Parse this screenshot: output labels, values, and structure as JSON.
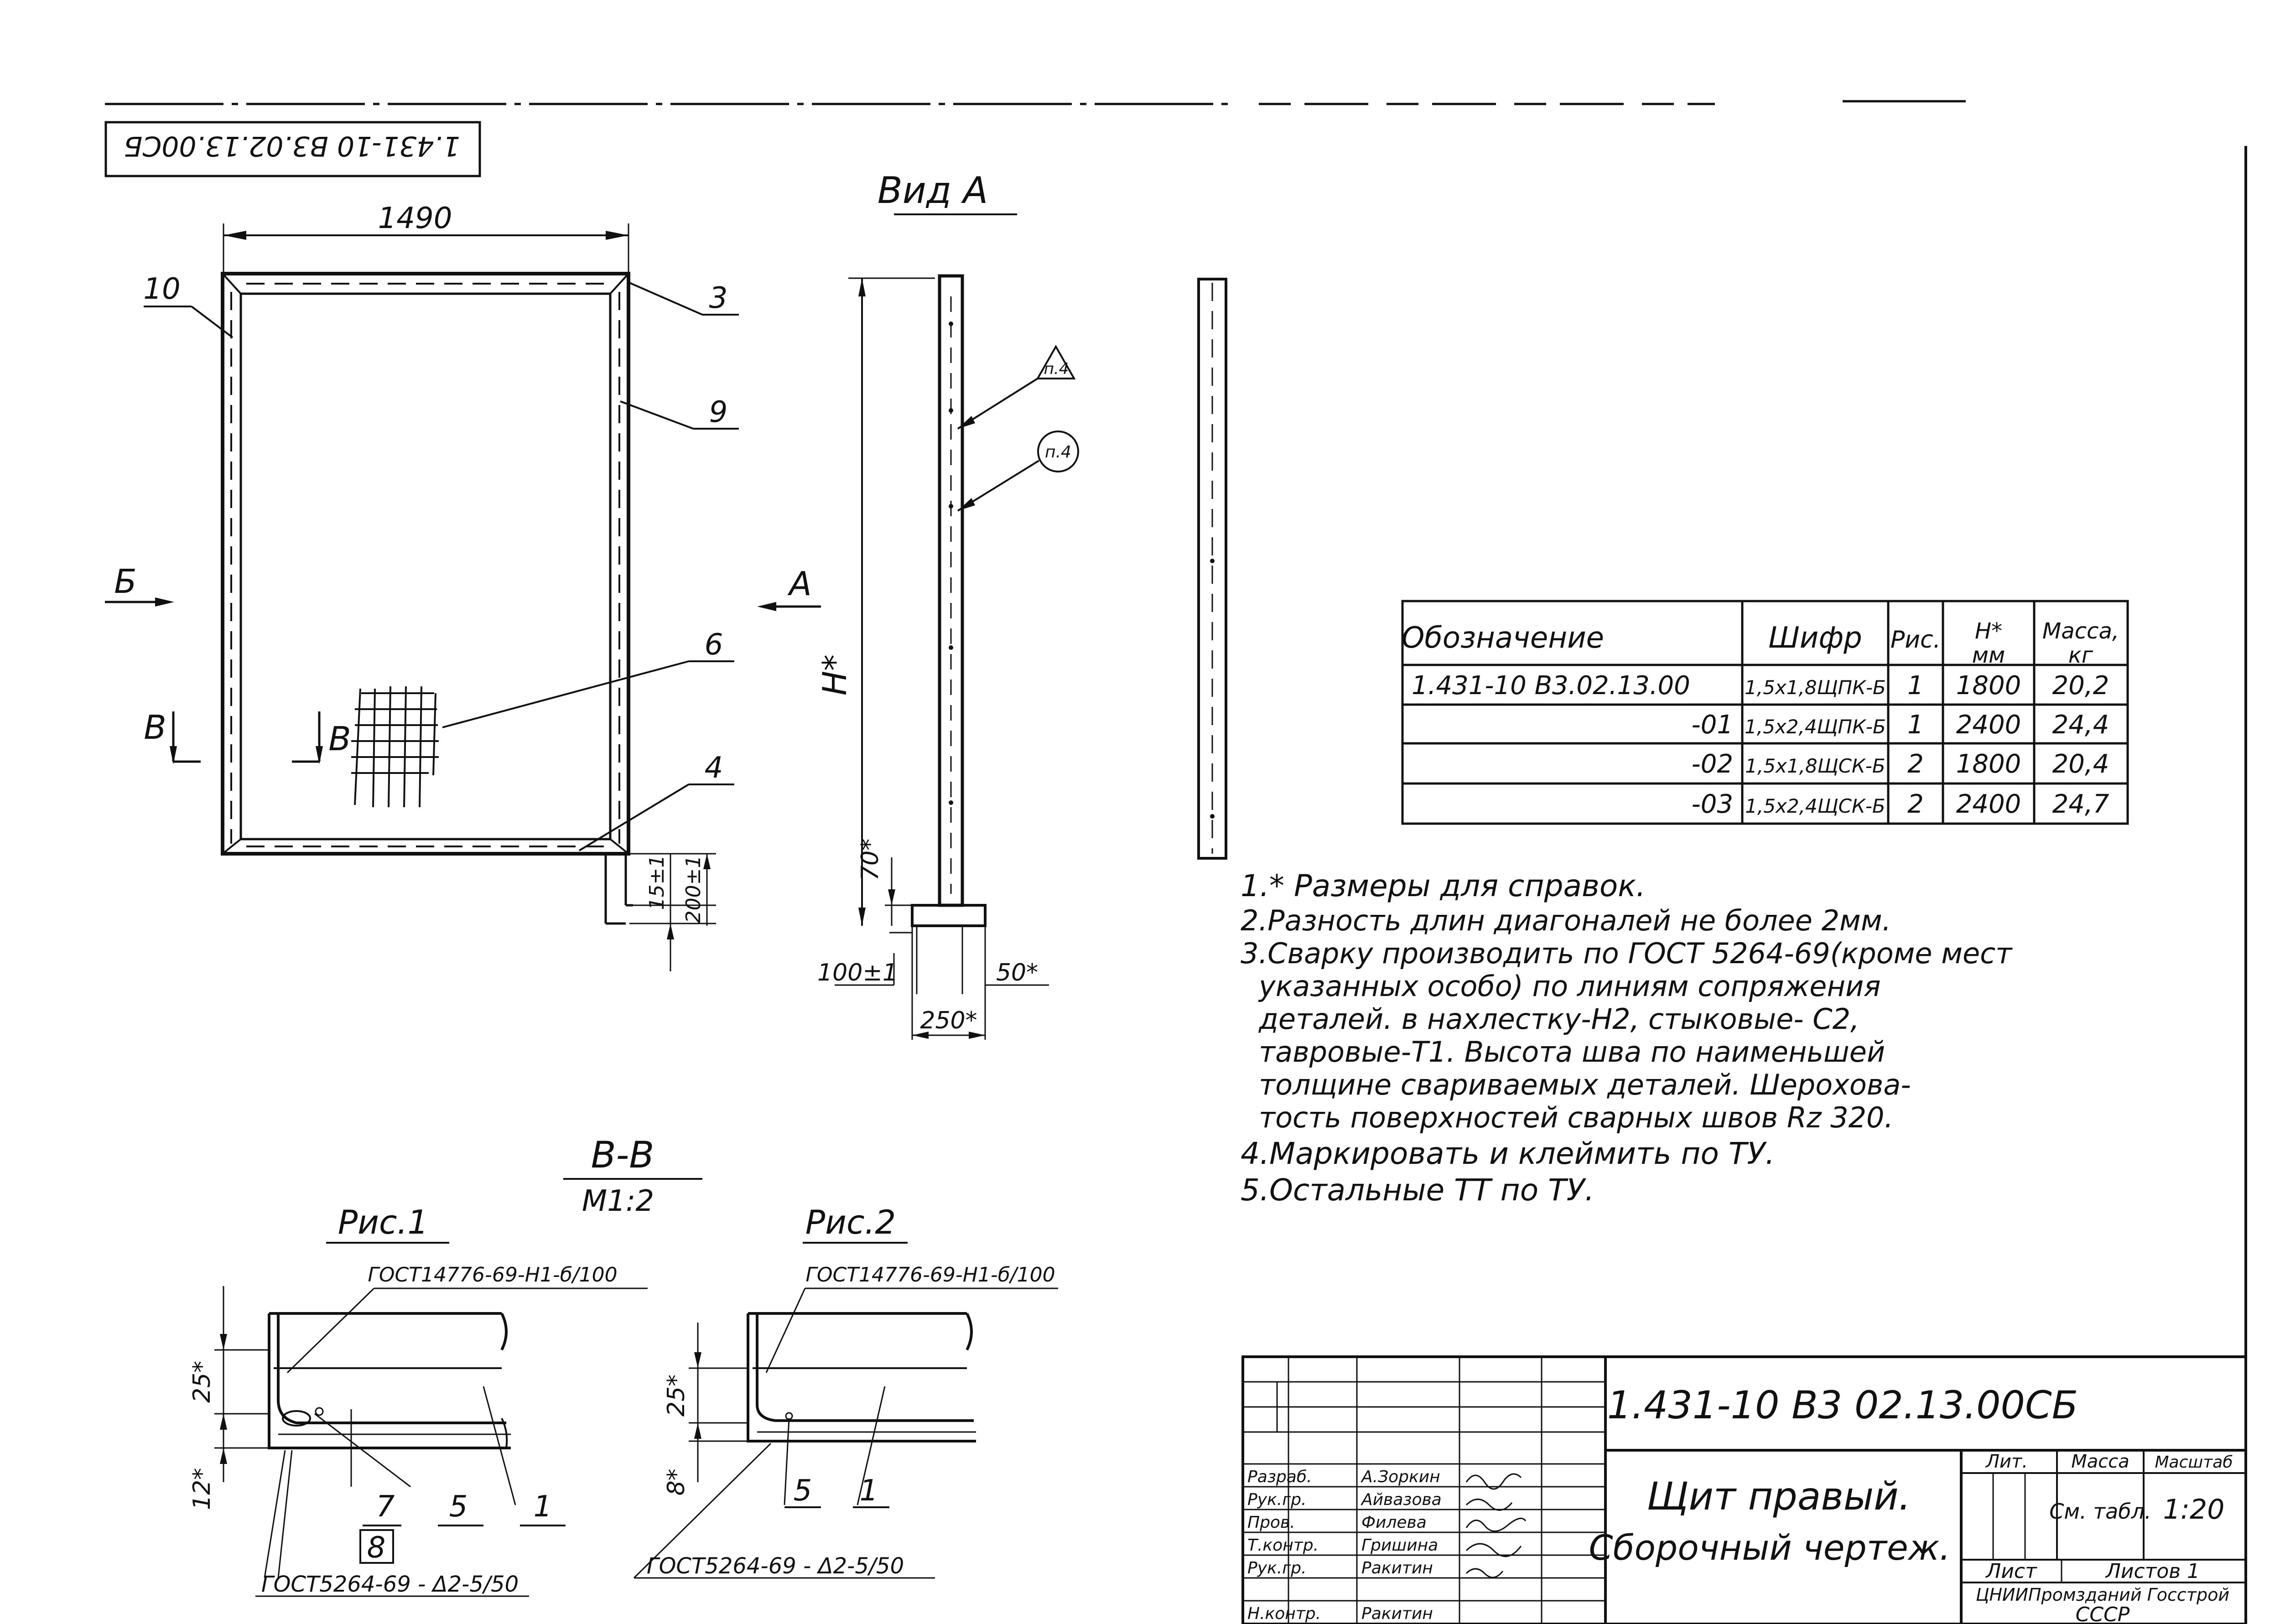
{
  "stamp_code": "1.431-10 В3.02.13.00СБ",
  "views": {
    "view_a_title": "Вид А",
    "section_bb_title": "В-В",
    "section_scale": "М1:2",
    "fig1_title": "Рис.1",
    "fig2_title": "Рис.2"
  },
  "front_view": {
    "width_dim": "1490",
    "callouts": [
      "10",
      "3",
      "9",
      "6",
      "4"
    ],
    "arrow_b_label": "Б",
    "cut_v_left": "В",
    "cut_v_mesh": "В",
    "dim_15": "15±1",
    "dim_200": "200±1"
  },
  "side_view": {
    "arrow_a_label": "А",
    "h_label": "Н*",
    "dim_70": "70*",
    "dim_100": "100±1",
    "dim_50": "50*",
    "dim_250": "250*",
    "weld_triangle": "п.4",
    "weld_circle": "п.4"
  },
  "section_labels": {
    "fig1_gost_top": "ГОСТ14776-69-Н1-б/100",
    "fig1_dim_25": "25*",
    "fig1_dim_12": "12*",
    "fig1_part_7": "7",
    "fig1_part_5": "5",
    "fig1_part_1": "1",
    "fig1_part_8": "8",
    "fig1_gost_bottom": "ГОСТ5264-69 - Δ2-5/50",
    "fig2_gost_top": "ГОСТ14776-69-Н1-б/100",
    "fig2_dim_25": "25*",
    "fig2_dim_8": "8*",
    "fig2_part_5": "5",
    "fig2_part_1": "1",
    "fig2_gost_bottom": "ГОСТ5264-69 - Δ2-5/50"
  },
  "table": {
    "headers": [
      "Обозначение",
      "Шифр",
      "Рис.",
      "Н*\nмм",
      "Масса,\nкг"
    ],
    "rows": [
      [
        "1.431-10 В3.02.13.00",
        "1,5х1,8ЩПК-Б",
        "1",
        "1800",
        "20,2"
      ],
      [
        "-01",
        "1,5х2,4ЩПК-Б",
        "1",
        "2400",
        "24,4"
      ],
      [
        "-02",
        "1,5х1,8ЩСК-Б",
        "2",
        "1800",
        "20,4"
      ],
      [
        "-03",
        "1,5х2,4ЩСК-Б",
        "2",
        "2400",
        "24,7"
      ]
    ]
  },
  "notes": [
    "1.* Размеры для справок.",
    "2.Разность длин диагоналей не более 2мм.",
    "3.Сварку производить по ГОСТ 5264-69(кроме мест",
    "указанных особо) по линиям сопряжения",
    "деталей. в нахлестку-Н2, стыковые- С2,",
    "тавровые-Т1. Высота шва по наименьшей",
    "толщине свариваемых деталей. Шерохова-",
    "тость поверхностей сварных швов Rz 320.",
    "4.Маркировать и клеймить по ТУ.",
    "5.Остальные ТТ по ТУ."
  ],
  "title_block": {
    "code": "1.431-10 В3 02.13.00СБ",
    "name_line1": "Щит правый.",
    "name_line2": "Сборочный чертеж.",
    "lit_label": "Лит.",
    "mass_label": "Масса",
    "scale_label": "Масштаб",
    "mass_value": "См. табл.",
    "scale_value": "1:20",
    "sheet_label": "Лист",
    "sheets_label": "Листов 1",
    "org_line1": "ЦНИИПромзданий Госстрой",
    "org_line2": "СССР",
    "roles": [
      [
        "Разраб.",
        "А.Зоркин"
      ],
      [
        "Рук.гр.",
        "Айвазова"
      ],
      [
        "Пров.",
        "Филева"
      ],
      [
        "Т.контр.",
        "Гришина"
      ],
      [
        "Рук.гр.",
        "Ракитин"
      ],
      [
        "Н.контр.",
        "Ракитин"
      ]
    ]
  }
}
